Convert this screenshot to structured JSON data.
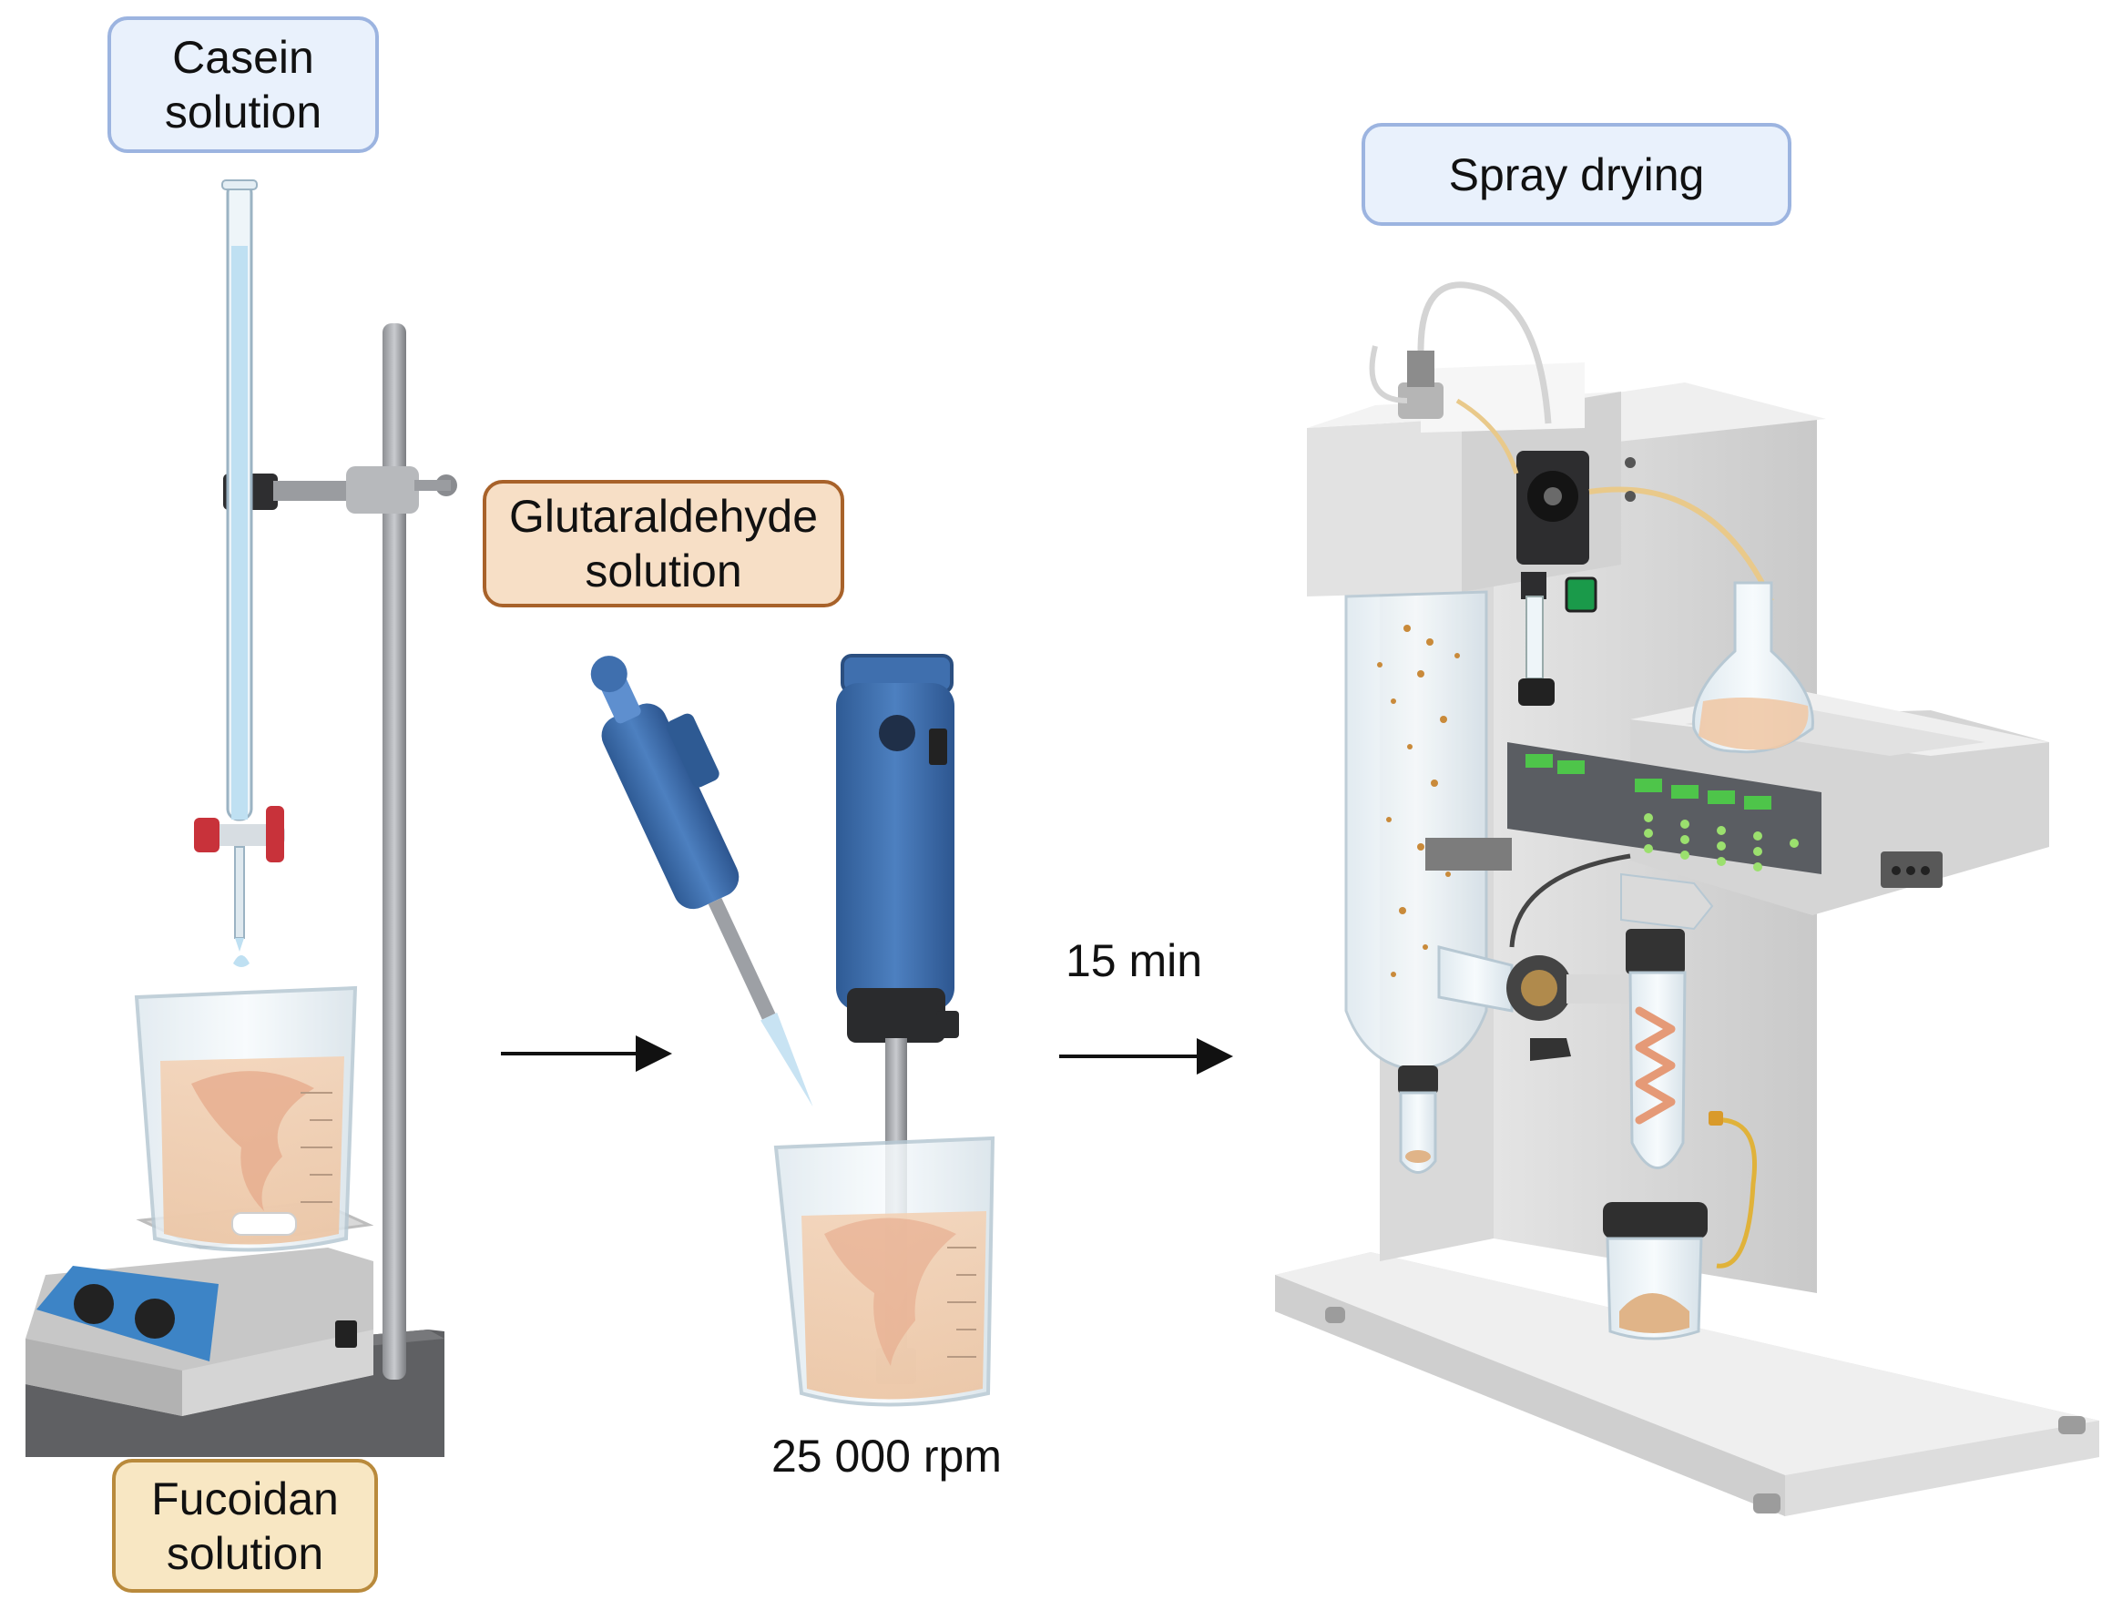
{
  "labels": {
    "casein": "Casein\nsolution",
    "glutaraldehyde": "Glutaraldehyde\nsolution",
    "fucoidan": "Fucoidan\nsolution",
    "spray_drying": "Spray drying",
    "time": "15 min",
    "speed": "25 000 rpm"
  },
  "colors": {
    "blue_box_fill": "#e9f1fc",
    "blue_box_border": "#9cb4e0",
    "tan_box_fill": "#f7dfc6",
    "tan_box_border": "#a8622a",
    "sand_box_fill": "#f8e7c3",
    "sand_box_border": "#b98a3c",
    "liquid": "#f1c9a8",
    "equipment_blue": "#3f6fae",
    "equipment_grey": "#d9d9d9"
  }
}
